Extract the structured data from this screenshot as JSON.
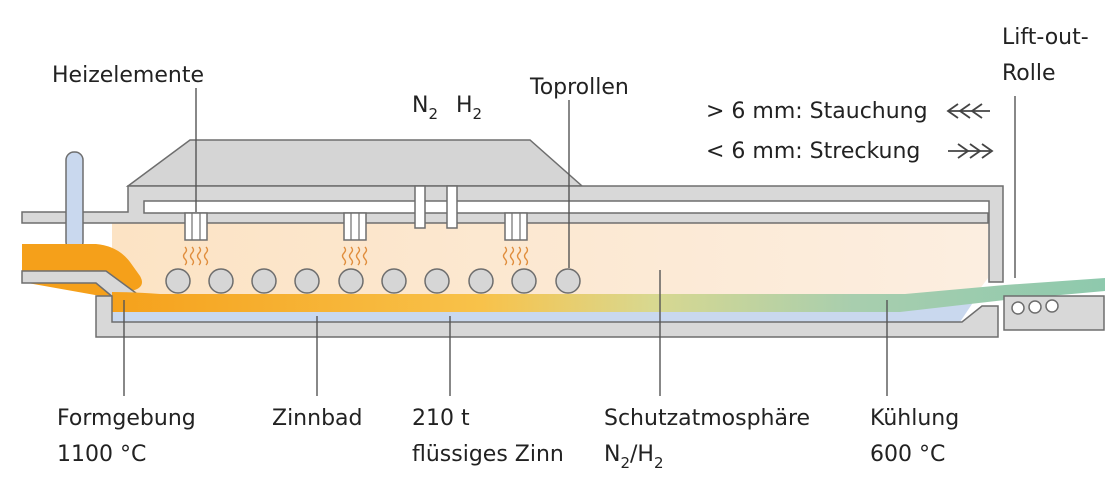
{
  "labels": {
    "heating": "Heizelemente",
    "n2_base": "N",
    "n2_sub": "2",
    "h2_base": "H",
    "h2_sub": "2",
    "top_rollers": "Toprollen",
    "liftout_line1": "Lift-out-",
    "liftout_line2": "Rolle",
    "compression": "> 6 mm: Stauchung",
    "stretching": "< 6 mm: Streckung",
    "forming_line1": "Formgebung",
    "forming_line2": "1100 °C",
    "tin_bath": "Zinnbad",
    "liquid_tin_line1": "210 t",
    "liquid_tin_line2": "flüssiges Zinn",
    "atmosphere_line1": "Schutzatmosphäre",
    "atmosphere_line2_a": "N",
    "atmosphere_line2_b": "2",
    "atmosphere_line2_c": "/H",
    "atmosphere_line2_d": "2",
    "cooling_line1": "Kühlung",
    "cooling_line2": "600 °C"
  },
  "colors": {
    "wall": "#d8d8d8",
    "wall_stroke": "#6e6e6e",
    "hot_glass": "#f5a01a",
    "tin": "#c9d8ee",
    "cool_glass": "#8ec9ad",
    "atmosphere": "#fbe5cd",
    "heat_waves": "#e08d3c",
    "roller": "#d6d6d6"
  },
  "icons": {
    "compression": "triple-left-arrows-icon",
    "stretching": "triple-right-arrows-icon",
    "heater": "heating-element-icon",
    "roller": "roller-icon"
  }
}
